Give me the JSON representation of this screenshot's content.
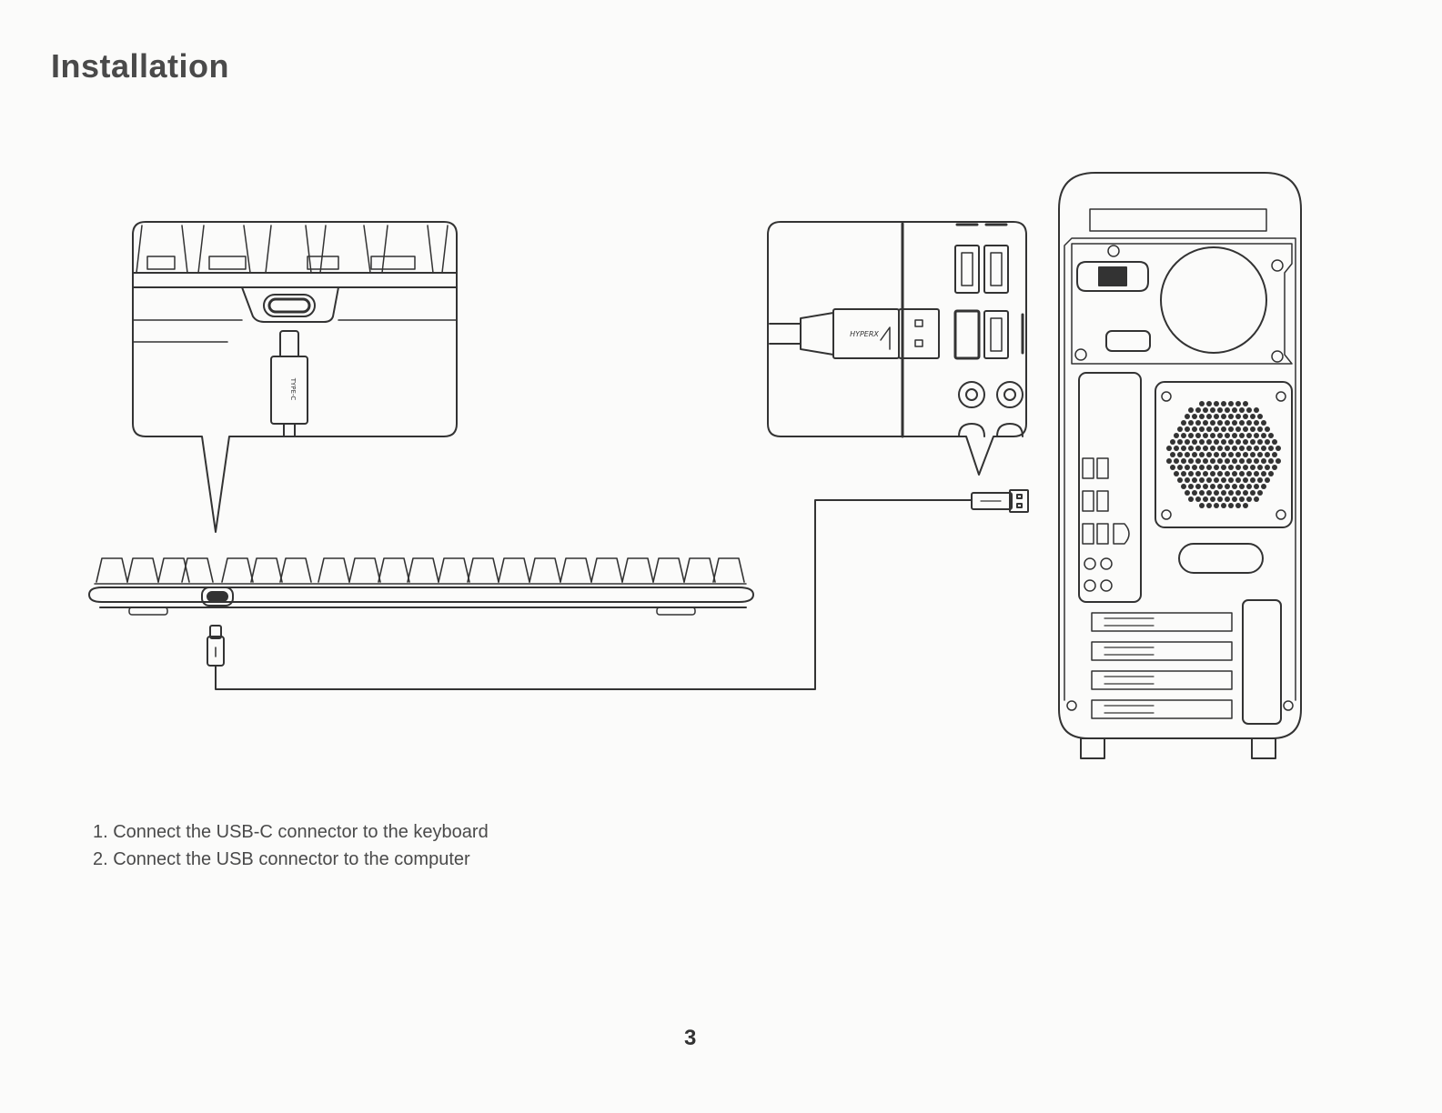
{
  "page": {
    "title": "Installation",
    "page_number": "3"
  },
  "instructions": [
    "1. Connect the USB-C connector to the keyboard",
    "2. Connect the USB connector to the computer"
  ],
  "illustration": {
    "connector_label": "TYPE-C",
    "cable_brand": "HYPERX",
    "icons": [
      "keyboard-illustration",
      "usb-c-connector-icon",
      "usb-a-connector-icon",
      "pc-tower-illustration",
      "usb-cable-line",
      "zoom-callout-keyboard-port",
      "zoom-callout-pc-ports"
    ],
    "colors": {
      "line": "#333333",
      "background": "#fbfbfa"
    }
  }
}
